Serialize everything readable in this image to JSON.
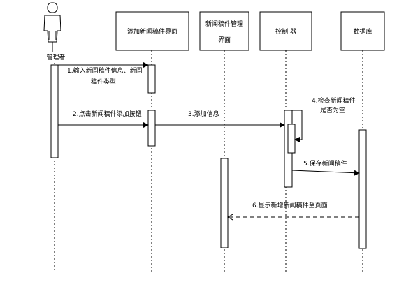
{
  "actor": {
    "label": "管理者"
  },
  "participants": [
    {
      "id": "add",
      "label_lines": [
        "添加新闻稿件界面"
      ]
    },
    {
      "id": "manage",
      "label_lines": [
        "新闻稿件管理",
        "界面"
      ]
    },
    {
      "id": "ctrl",
      "label_lines": [
        "控制 器"
      ]
    },
    {
      "id": "db",
      "label_lines": [
        "数据库"
      ]
    }
  ],
  "messages": [
    {
      "id": "m1",
      "lines": [
        "1.输入新闻稿件信息、新闻",
        "稿件类型"
      ]
    },
    {
      "id": "m2",
      "lines": [
        "2.点击新闻稿件添加按钮"
      ]
    },
    {
      "id": "m3",
      "lines": [
        "3.添加信息"
      ]
    },
    {
      "id": "m4",
      "lines": [
        "4.检查新闻稿件",
        "是否为空"
      ]
    },
    {
      "id": "m5",
      "lines": [
        "5.保存新闻稿件"
      ]
    },
    {
      "id": "m6",
      "lines": [
        "6.显示新增新闻稿件至页面"
      ]
    }
  ]
}
